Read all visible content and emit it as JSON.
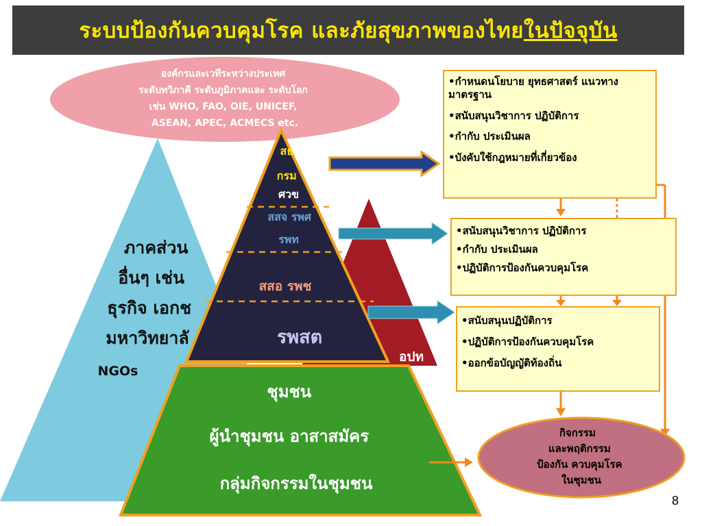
{
  "title": {
    "main": "ระบบป้องกันควบคุมโรค และภัยสุขภาพของไทย",
    "underlined": "ในปัจจุบัน"
  },
  "international_org": {
    "lines": [
      "องค์กรและเวทีระหว่างประเทศ",
      "ระดับทวิภาคี ระดับภูมิภาคและ ระดับโลก",
      "เช่น WHO, FAO, OIE, UNICEF,",
      "ASEAN, APEC, ACMECS etc."
    ]
  },
  "private_sector": {
    "lines": [
      "ภาคส่วน",
      "อื่นๆ เช่น",
      "ธุรกิจ เอกช",
      "มหาวิทยาลั"
    ],
    "ngos": "NGOs"
  },
  "local_gov": {
    "label": "อปท"
  },
  "pyramid": {
    "tier1": [
      "สธ",
      "กรม",
      "ศวข"
    ],
    "tier2": [
      "สสจ  รพศ",
      "รพท"
    ],
    "tier3": "สสอ   รพช",
    "tier4": "รพสต"
  },
  "community": {
    "lines": [
      "ชุมชน",
      "ผู้นำชุมชน อาสาสมัคร",
      "กลุ่มกิจกรรมในชุมชน"
    ]
  },
  "box_central": [
    "•กำหนดนโยบาย ยุทธศาสตร์ แนวทาง มาตรฐาน",
    "•สนับสนุนวิชาการ ปฏิบัติการ",
    "•กำกับ ประเมินผล",
    "•บังคับใช้กฎหมายที่เกี่ยวข้อง"
  ],
  "box_provincial": [
    "•สนับสนุนวิชาการ ปฏิบัติการ",
    "•กำกับ ประเมินผล",
    "•ปฏิบัติการป้องกันควบคุมโรค"
  ],
  "box_local": [
    "•สนับสนุนปฏิบัติการ",
    "•ปฏิบัติการป้องกันควบคุมโรค",
    "•ออกข้อบัญญัติท้องถิ่น"
  ],
  "activity": {
    "lines": [
      "กิจกรรม",
      "และพฤติกรรม",
      "ป้องกัน ควบคุมโรค",
      "ในชุมชน"
    ]
  },
  "page_number": "8",
  "colors": {
    "title_bg": "#3d3d3d",
    "title_text": "#ffe600",
    "ellipse_pink": "#f0a0a8",
    "triangle_blue": "#7ecbe0",
    "triangle_red": "#a31b24",
    "pyramid_dark": "#23233f",
    "pyramid_border": "#f0a020",
    "community_green": "#3a9a2a",
    "box_fill": "#ffffcc",
    "arrow_blue": "#2e8fae",
    "arrow_orange": "#f08a20",
    "activity_fill": "#c07080"
  }
}
